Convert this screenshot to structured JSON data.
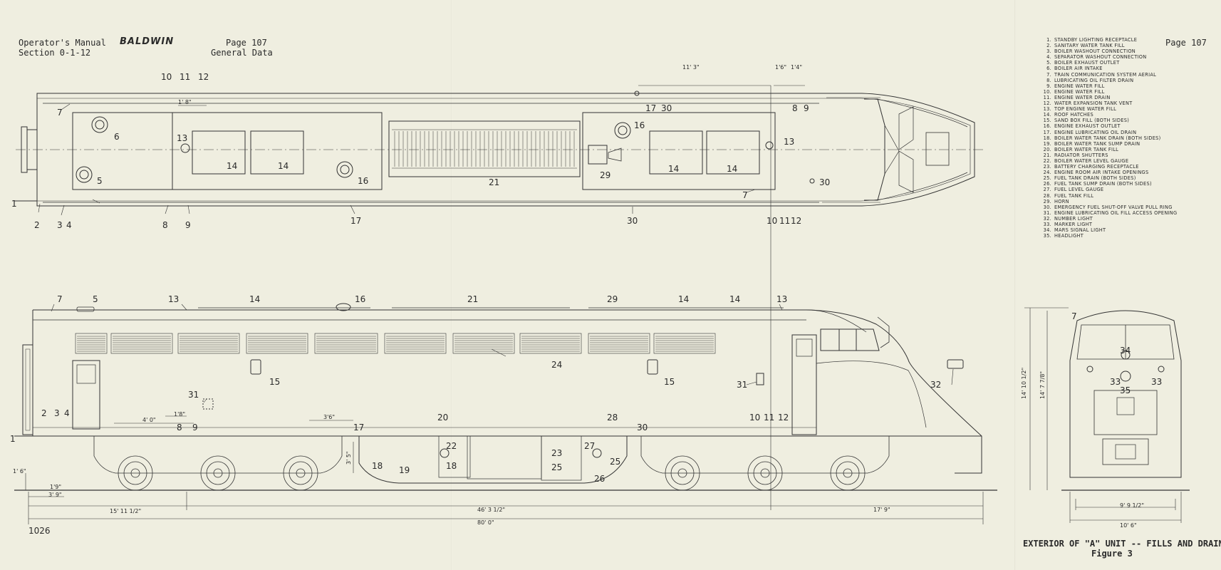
{
  "header": {
    "manual_line1": "Operator's Manual",
    "manual_line2": "Section 0-1-12",
    "brand": "BALDWIN",
    "page_left": "Page 107",
    "general_data": "General Data",
    "page_right": "Page 107"
  },
  "sheet_number": "1026",
  "caption": {
    "title": "EXTERIOR OF \"A\" UNIT -- FILLS AND DRAINS",
    "figure": "Figure 3"
  },
  "legend": [
    {
      "n": "1.",
      "label": "STANDBY LIGHTING RECEPTACLE"
    },
    {
      "n": "2.",
      "label": "SANITARY WATER TANK FILL"
    },
    {
      "n": "3.",
      "label": "BOILER WASHOUT CONNECTION"
    },
    {
      "n": "4.",
      "label": "SEPARATOR WASHOUT CONNECTION"
    },
    {
      "n": "5.",
      "label": "BOILER EXHAUST OUTLET"
    },
    {
      "n": "6.",
      "label": "BOILER AIR INTAKE"
    },
    {
      "n": "7.",
      "label": "TRAIN COMMUNICATION SYSTEM AERIAL"
    },
    {
      "n": "8.",
      "label": "LUBRICATING OIL FILTER DRAIN"
    },
    {
      "n": "9.",
      "label": "ENGINE WATER FILL"
    },
    {
      "n": "10.",
      "label": "ENGINE WATER FILL"
    },
    {
      "n": "11.",
      "label": "ENGINE WATER DRAIN"
    },
    {
      "n": "12.",
      "label": "WATER EXPANSION TANK VENT"
    },
    {
      "n": "13.",
      "label": "TOP ENGINE WATER FILL"
    },
    {
      "n": "14.",
      "label": "ROOF HATCHES"
    },
    {
      "n": "15.",
      "label": "SAND BOX FILL (BOTH SIDES)"
    },
    {
      "n": "16.",
      "label": "ENGINE EXHAUST OUTLET"
    },
    {
      "n": "17.",
      "label": "ENGINE LUBRICATING OIL DRAIN"
    },
    {
      "n": "18.",
      "label": "BOILER WATER TANK DRAIN (BOTH SIDES)"
    },
    {
      "n": "19.",
      "label": "BOILER WATER TANK SUMP DRAIN"
    },
    {
      "n": "20.",
      "label": "BOILER WATER TANK FILL"
    },
    {
      "n": "21.",
      "label": "RADIATOR SHUTTERS"
    },
    {
      "n": "22.",
      "label": "BOILER WATER LEVEL GAUGE"
    },
    {
      "n": "23.",
      "label": "BATTERY CHARGING RECEPTACLE"
    },
    {
      "n": "24.",
      "label": "ENGINE ROOM AIR INTAKE OPENINGS"
    },
    {
      "n": "25.",
      "label": "FUEL TANK DRAIN (BOTH SIDES)"
    },
    {
      "n": "26.",
      "label": "FUEL TANK SUMP DRAIN (BOTH SIDES)"
    },
    {
      "n": "27.",
      "label": "FUEL LEVEL GAUGE"
    },
    {
      "n": "28.",
      "label": "FUEL TANK FILL"
    },
    {
      "n": "29.",
      "label": "HORN"
    },
    {
      "n": "30.",
      "label": "EMERGENCY FUEL SHUT-OFF VALVE PULL RING"
    },
    {
      "n": "31.",
      "label": "ENGINE LUBRICATING OIL FILL ACCESS OPENING"
    },
    {
      "n": "32.",
      "label": "NUMBER LIGHT"
    },
    {
      "n": "33.",
      "label": "MARKER LIGHT"
    },
    {
      "n": "34.",
      "label": "MARS SIGNAL LIGHT"
    },
    {
      "n": "35.",
      "label": "HEADLIGHT"
    }
  ],
  "callouts": {
    "c1": "1",
    "c2": "2",
    "c3": "3",
    "c4": "4",
    "c5": "5",
    "c6": "6",
    "c7": "7",
    "c8": "8",
    "c9": "9",
    "c10": "10",
    "c11": "11",
    "c12": "12",
    "c13": "13",
    "c14": "14",
    "c15": "15",
    "c16": "16",
    "c17": "17",
    "c18": "18",
    "c19": "19",
    "c20": "20",
    "c21": "21",
    "c22": "22",
    "c23": "23",
    "c24": "24",
    "c25": "25",
    "c26": "26",
    "c27": "27",
    "c28": "28",
    "c29": "29",
    "c30": "30",
    "c31": "31",
    "c32": "32",
    "c33": "33",
    "c34": "34",
    "c35": "35"
  },
  "dimensions": {
    "d_11_3": "11' 3\"",
    "d_1_6_top": "1'6\"",
    "d_1_4": "1'4\"",
    "d_1_8_top": "1' 8\"",
    "d_4_0": "4' 0\"",
    "d_1_8_side": "1'8\"",
    "d_3_6": "3'6\"",
    "d_1_6_side": "1' 6\"",
    "d_1_9": "1'9\"",
    "d_3_9": "3' 9\"",
    "d_15_11": "15' 11 1/2\"",
    "d_46_3": "46' 3 1/2\"",
    "d_17_9": "17' 9\"",
    "d_80_0": "80' 0\"",
    "d_3_5": "3' 5\"",
    "d_14_10": "14' 10 1/2\"",
    "d_14_7": "14' 7 7/8\"",
    "d_9_9": "9' 9 1/2\"",
    "d_10_6": "10' 6\""
  }
}
